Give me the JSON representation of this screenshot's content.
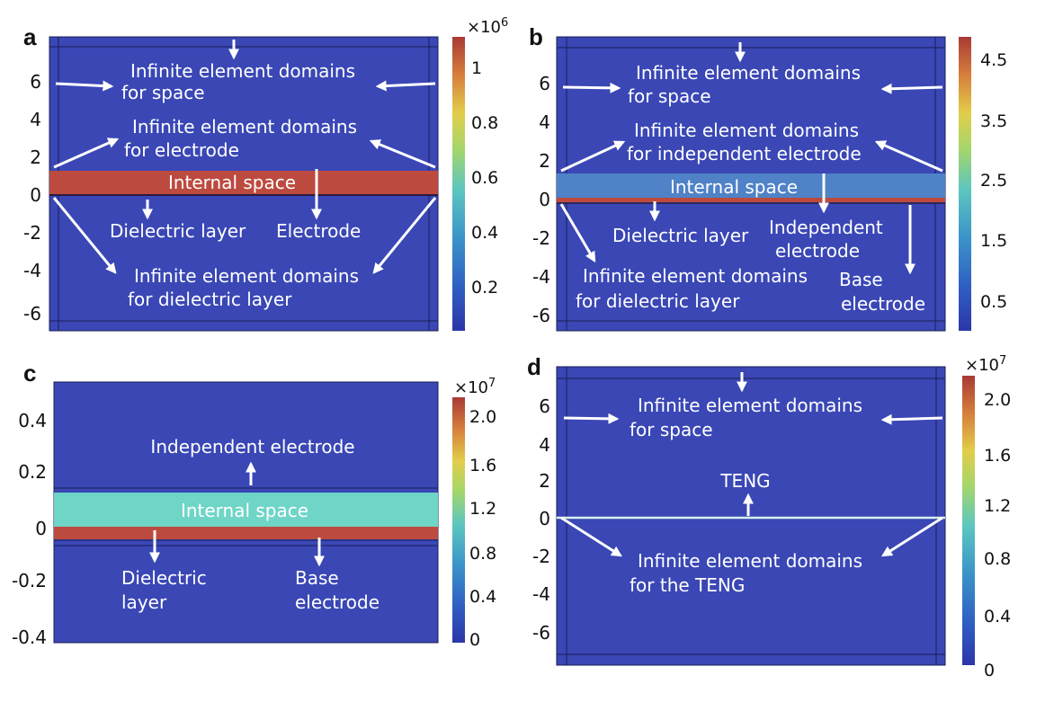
{
  "colors": {
    "background_field": "#3a47b5",
    "field_dark": "#2e3aa7",
    "hot": "#bd4a3f",
    "mid_blue": "#4f82c6",
    "cyan": "#6fd5c7",
    "arrow": "#ffffff",
    "colormap": [
      "#2c36a8",
      "#2f63c5",
      "#3ea2c9",
      "#6fd1b8",
      "#b8d95e",
      "#e6c548",
      "#d4733b",
      "#a93a35"
    ]
  },
  "panels": [
    {
      "letter": "a",
      "y_ticks": [
        "6",
        "4",
        "2",
        "0",
        "-2",
        "-4",
        "-6"
      ],
      "colorbar": {
        "exponent": "×10",
        "exponent_power": "6",
        "ticks": [
          "1",
          "0.8",
          "0.6",
          "0.4",
          "0.2"
        ]
      },
      "labels": {
        "space1": "Infinite element domains",
        "space2": "for space",
        "elec1": "Infinite element domains",
        "elec2": "for electrode",
        "internal": "Internal space",
        "dielectric": "Dielectric layer",
        "electrode": "Electrode",
        "diel1": "Infinite element domains",
        "diel2": "for dielectric layer"
      }
    },
    {
      "letter": "b",
      "y_ticks": [
        "6",
        "4",
        "2",
        "0",
        "-2",
        "-4",
        "-6"
      ],
      "colorbar": {
        "exponent": "",
        "exponent_power": "",
        "ticks": [
          "4.5",
          "3.5",
          "2.5",
          "1.5",
          "0.5"
        ]
      },
      "labels": {
        "space1": "Infinite element domains",
        "space2": "for space",
        "elec1": "Infinite element domains",
        "elec2": "for independent electrode",
        "internal": "Internal space",
        "dielectric": "Dielectric layer",
        "indep1": "Independent",
        "indep2": "electrode",
        "diel1": "Infinite element domains",
        "diel2": "for dielectric layer",
        "base1": "Base",
        "base2": "electrode"
      }
    },
    {
      "letter": "c",
      "y_ticks": [
        "0.4",
        "0.2",
        "0",
        "-0.2",
        "-0.4"
      ],
      "colorbar": {
        "exponent": "×10",
        "exponent_power": "7",
        "ticks": [
          "2.0",
          "1.6",
          "1.2",
          "0.8",
          "0.4",
          "0"
        ]
      },
      "labels": {
        "indep": "Independent electrode",
        "internal": "Internal space",
        "diel1": "Dielectric",
        "diel2": "layer",
        "base1": "Base",
        "base2": "electrode"
      }
    },
    {
      "letter": "d",
      "y_ticks": [
        "6",
        "4",
        "2",
        "0",
        "-2",
        "-4",
        "-6"
      ],
      "colorbar": {
        "exponent": "×10",
        "exponent_power": "7",
        "ticks": [
          "2.0",
          "1.6",
          "1.2",
          "0.8",
          "0.4",
          "0"
        ]
      },
      "labels": {
        "space1": "Infinite element domains",
        "space2": "for space",
        "teng": "TENG",
        "teng_inf1": "Infinite element domains",
        "teng_inf2": "for the TENG"
      }
    }
  ]
}
